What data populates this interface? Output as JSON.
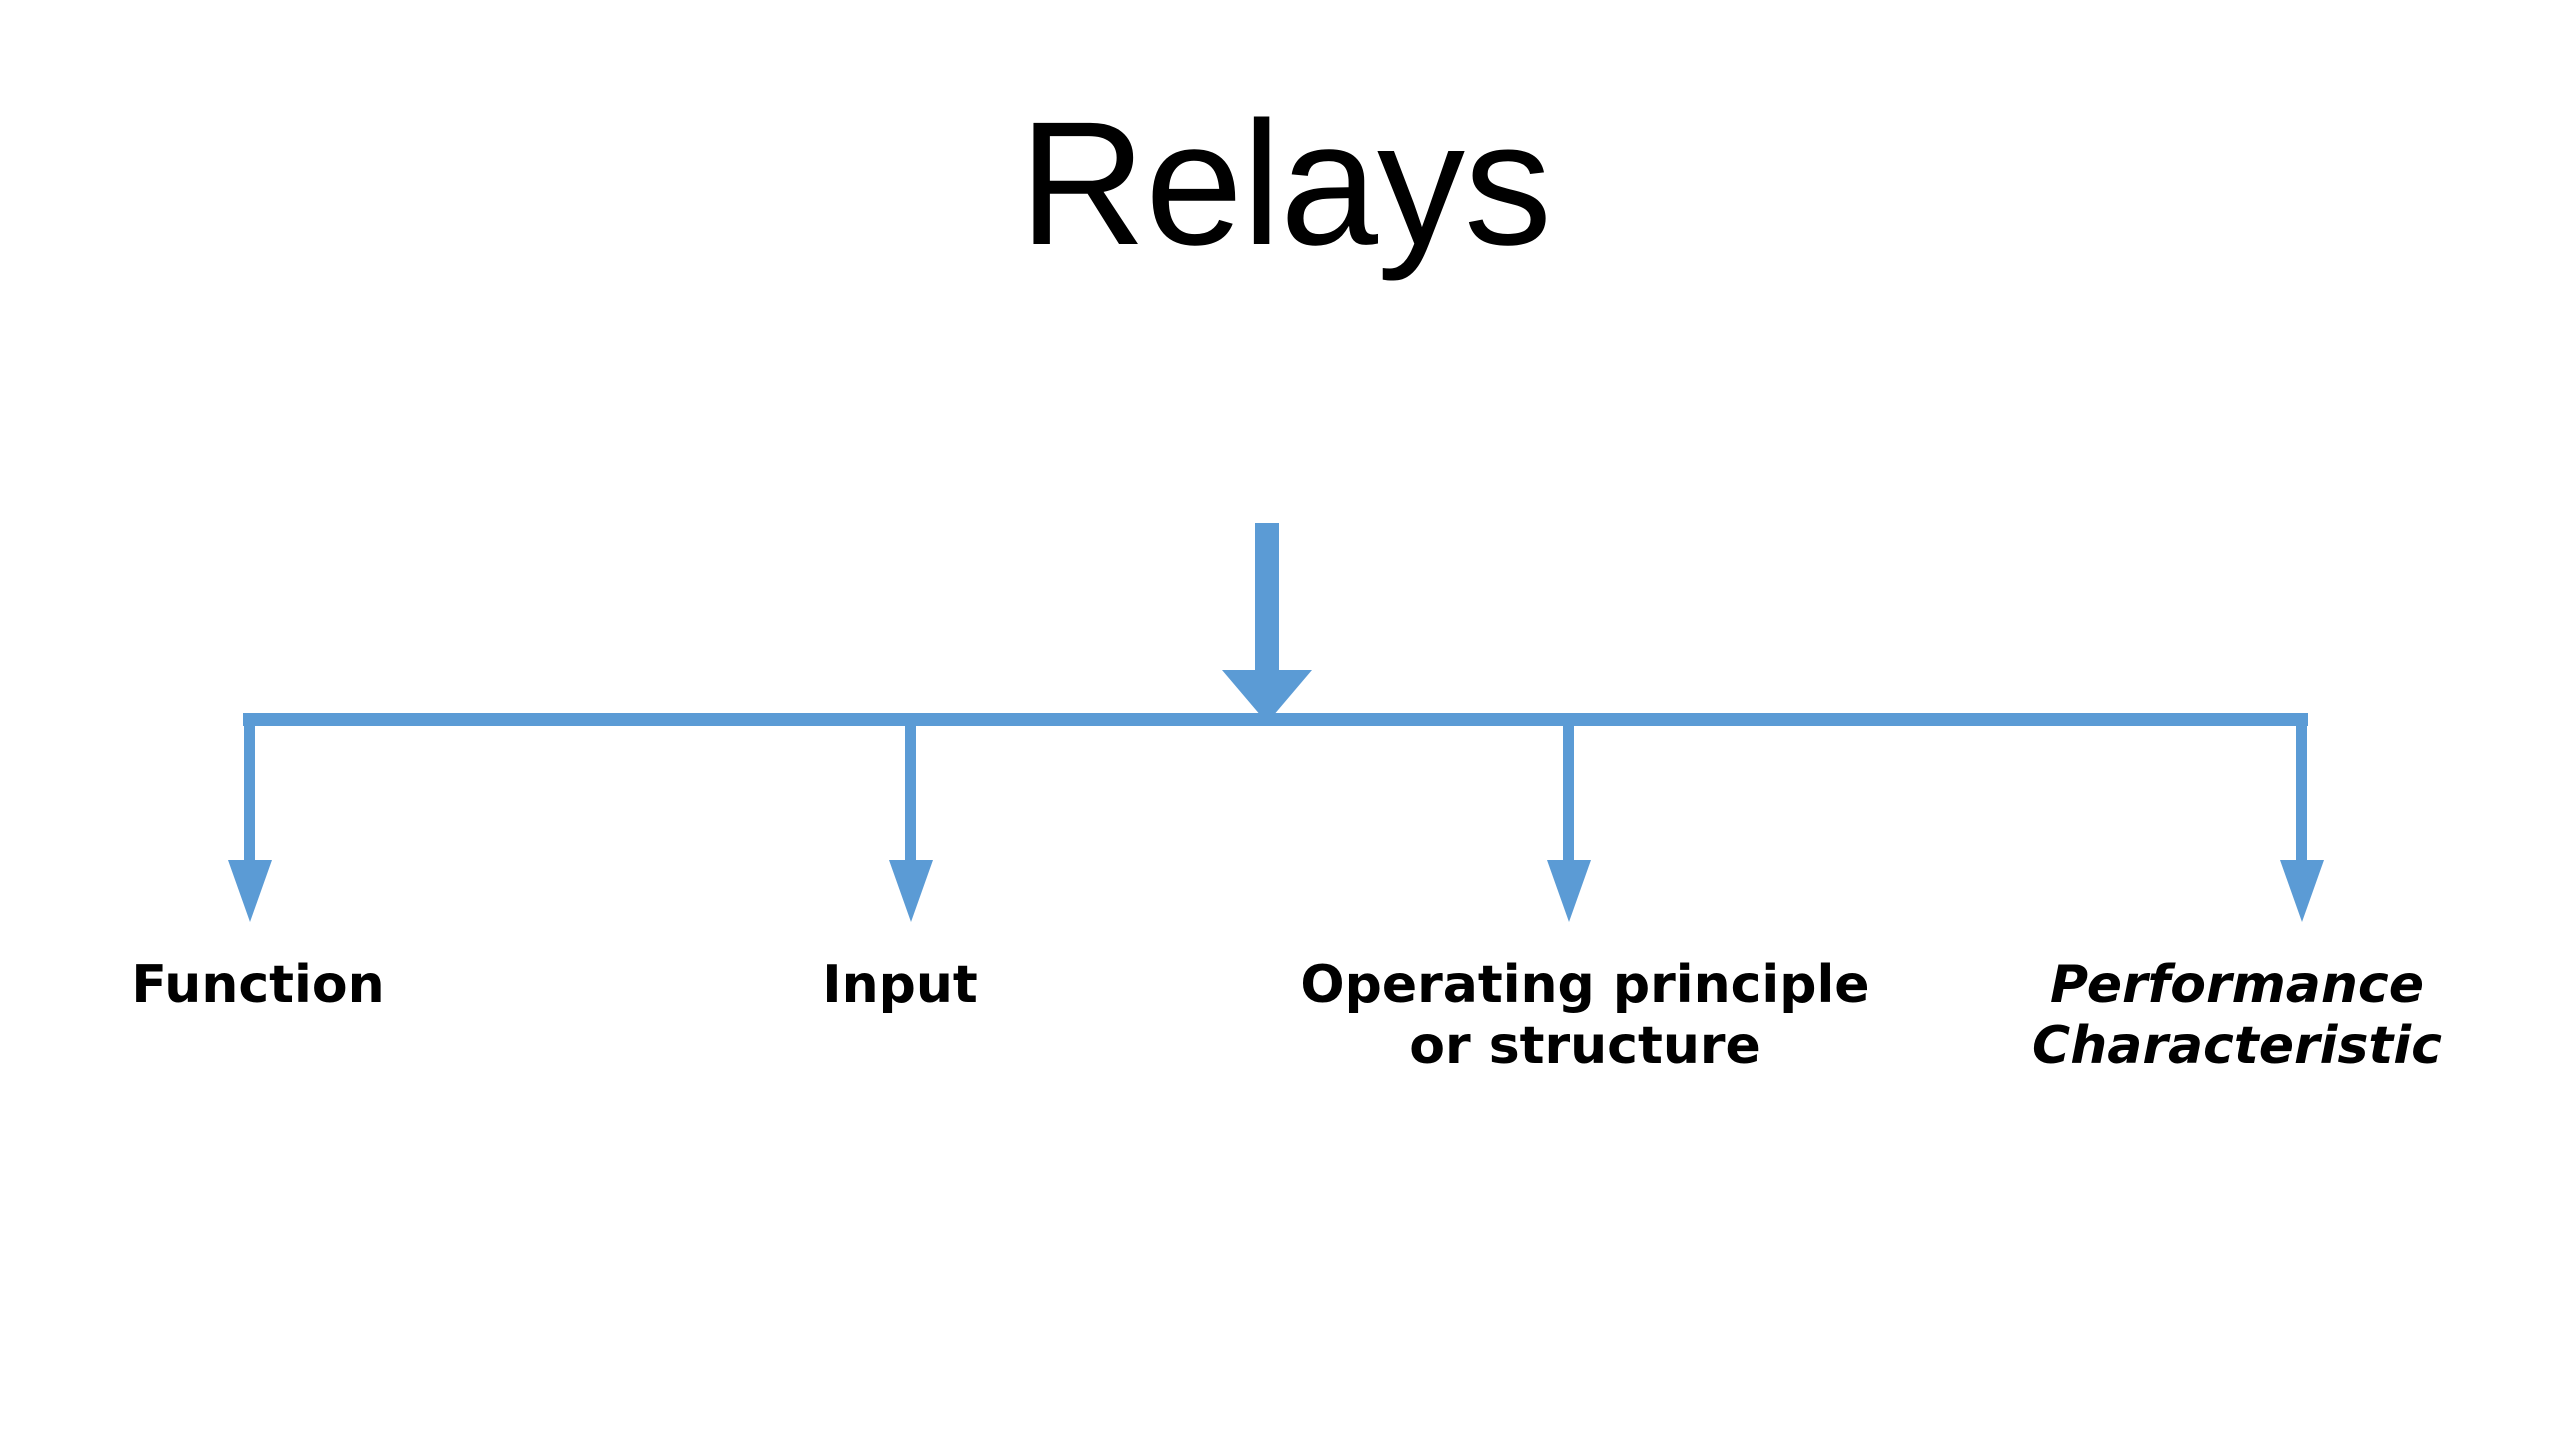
{
  "slide": {
    "background_color": "#FFFFFF",
    "accent_color": "#5B9BD5",
    "text_color": "#000000",
    "title": "Relays"
  },
  "diagram": {
    "type": "tree",
    "root_label": "Relays",
    "root_arrow": {
      "name": "root-down-arrow",
      "direction": "down",
      "color": "#5B9BD5"
    },
    "spine": {
      "name": "horizontal-spine",
      "color": "#5B9BD5"
    },
    "branches": [
      {
        "id": "function",
        "label": "Function",
        "lines": [
          "Function"
        ],
        "style": "bold",
        "connector": "elbow-left",
        "arrow_color": "#5B9BD5"
      },
      {
        "id": "input",
        "label": "Input",
        "lines": [
          "Input"
        ],
        "style": "bold",
        "connector": "straight",
        "arrow_color": "#5B9BD5"
      },
      {
        "id": "operating-principle-or-structure",
        "label": "Operating principle\nor structure",
        "lines": [
          "Operating principle",
          "or structure"
        ],
        "style": "bold",
        "connector": "straight",
        "arrow_color": "#5B9BD5"
      },
      {
        "id": "performance-characteristic",
        "label": "Performance\nCharacteristic",
        "lines": [
          "Performance",
          "Characteristic"
        ],
        "style": "bold-italic",
        "connector": "elbow-right",
        "arrow_color": "#5B9BD5"
      }
    ]
  }
}
